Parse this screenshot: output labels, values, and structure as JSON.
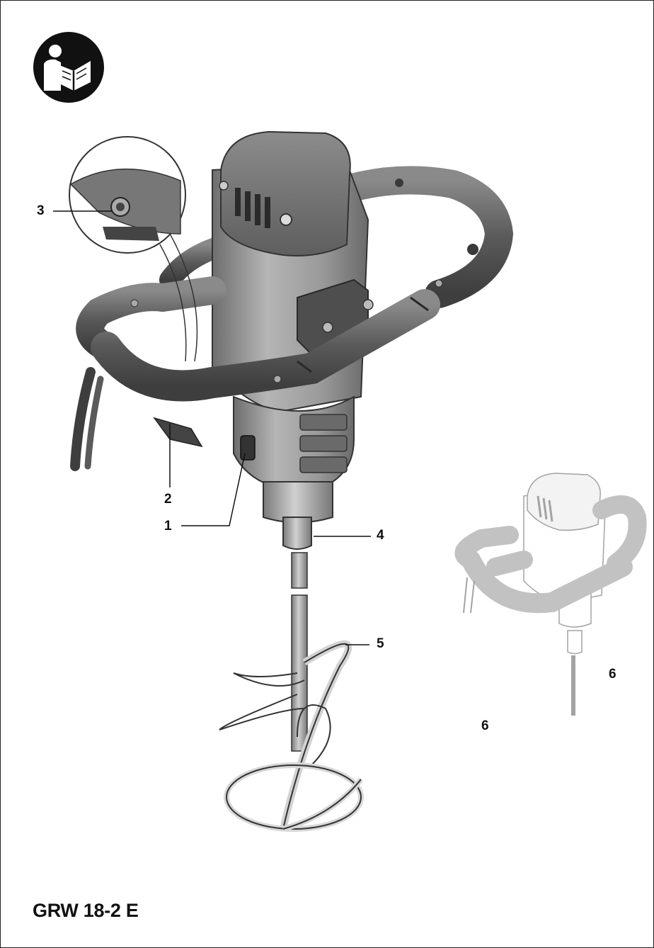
{
  "icons": {
    "manual": "read-manual-icon"
  },
  "callouts": {
    "c1": "1",
    "c2": "2",
    "c3": "3",
    "c4": "4",
    "c5": "5",
    "c6a": "6",
    "c6b": "6"
  },
  "title": "GRW 18-2 E",
  "colors": {
    "tool_body": "#9a9a9a",
    "tool_dark": "#4a4a4a",
    "handle": "#5c5c5c",
    "handle_highlight": "#b8b8b8",
    "text": "#111111"
  }
}
